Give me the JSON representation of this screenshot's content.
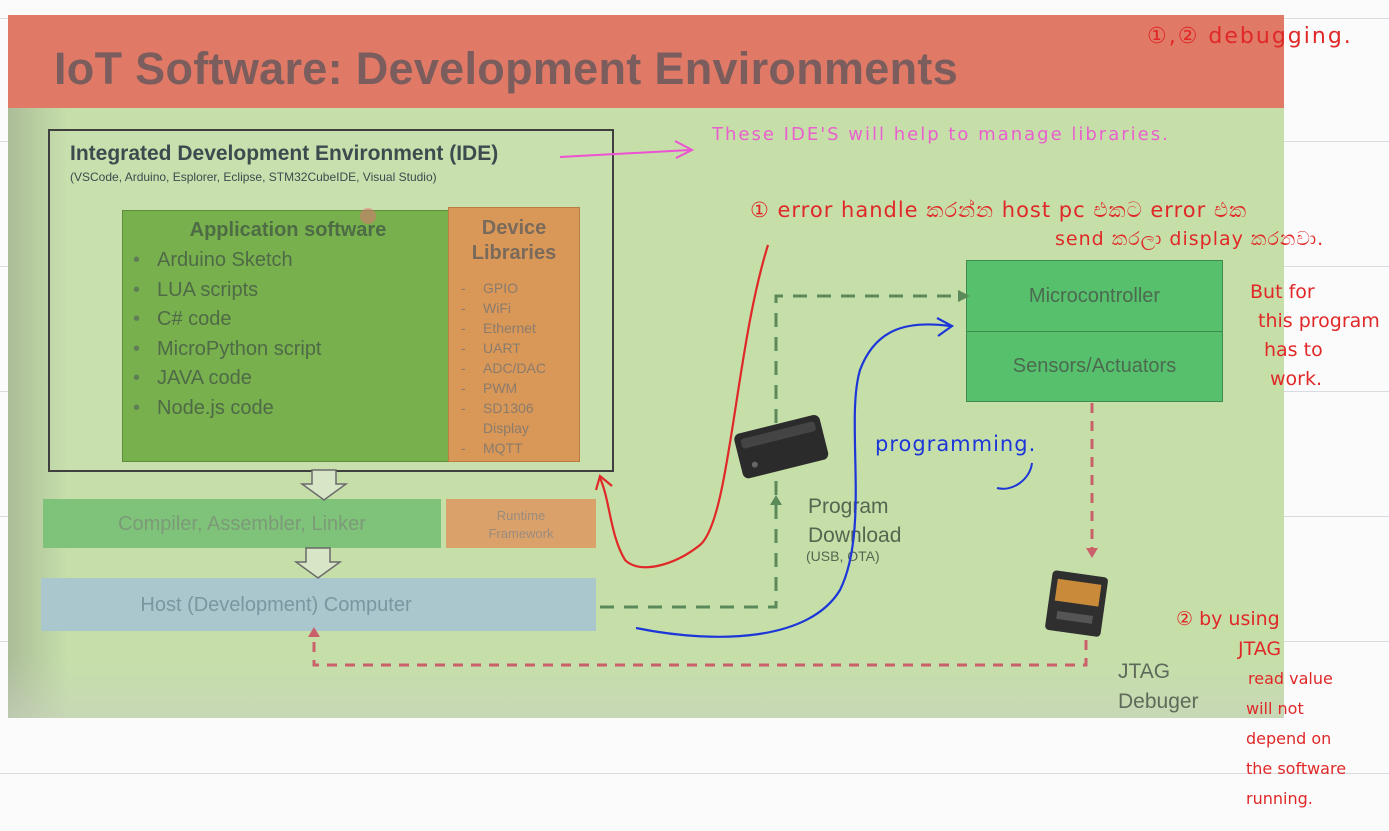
{
  "slide": {
    "title": "IoT Software: Development Environments",
    "ide_title": "Integrated Development Environment (IDE)",
    "ide_subtitle": "(VSCode, Arduino, Esplorer, Eclipse, STM32CubeIDE, Visual Studio)",
    "app_title": "Application software",
    "app_items": [
      "Arduino Sketch",
      "LUA scripts",
      "C# code",
      "MicroPython script",
      "JAVA code",
      "Node.js code"
    ],
    "device_title_1": "Device",
    "device_title_2": "Libraries",
    "device_items": [
      "GPIO",
      "WiFi",
      "Ethernet",
      "UART",
      "ADC/DAC",
      "PWM",
      "SD1306",
      "Display",
      "MQTT"
    ],
    "compiler": "Compiler, Assembler, Linker",
    "runtime_1": "Runtime",
    "runtime_2": "Framework",
    "host": "Host (Development) Computer",
    "microcontroller": "Microcontroller",
    "sensors": "Sensors/Actuators",
    "program_1": "Program",
    "program_2": "Download",
    "program_3": "(USB, OTA)",
    "jtag_1": "JTAG",
    "jtag_2": "Debuger"
  },
  "notes": {
    "top_right": "①,② debugging.",
    "ide_note": "These IDE'S will help to manage libraries.",
    "error_1": "① error handle කරන්න host pc එකට error එක",
    "error_2": "send කරලා display කරනවා.",
    "but_1": "But for",
    "but_2": "this program",
    "but_3": "has to",
    "but_4": "work.",
    "programming": "programming.",
    "jtag_1": "② by using",
    "jtag_2": "JTAG",
    "jtag_3": "read value",
    "jtag_4": "will not",
    "jtag_5": "depend on",
    "jtag_6": "the software",
    "jtag_7": "running."
  },
  "colors": {
    "title_bar": "#e07a66",
    "slide_bg": "#c6dfa9",
    "app_box": "#79b04e",
    "device_box": "#d99857",
    "compiler_box": "#7fc37a",
    "host_box": "#a9c7cd",
    "mcu_box": "#57c06d",
    "ink_red": "#e02828",
    "ink_pink": "#ec52d2",
    "ink_blue": "#1d36d8"
  }
}
